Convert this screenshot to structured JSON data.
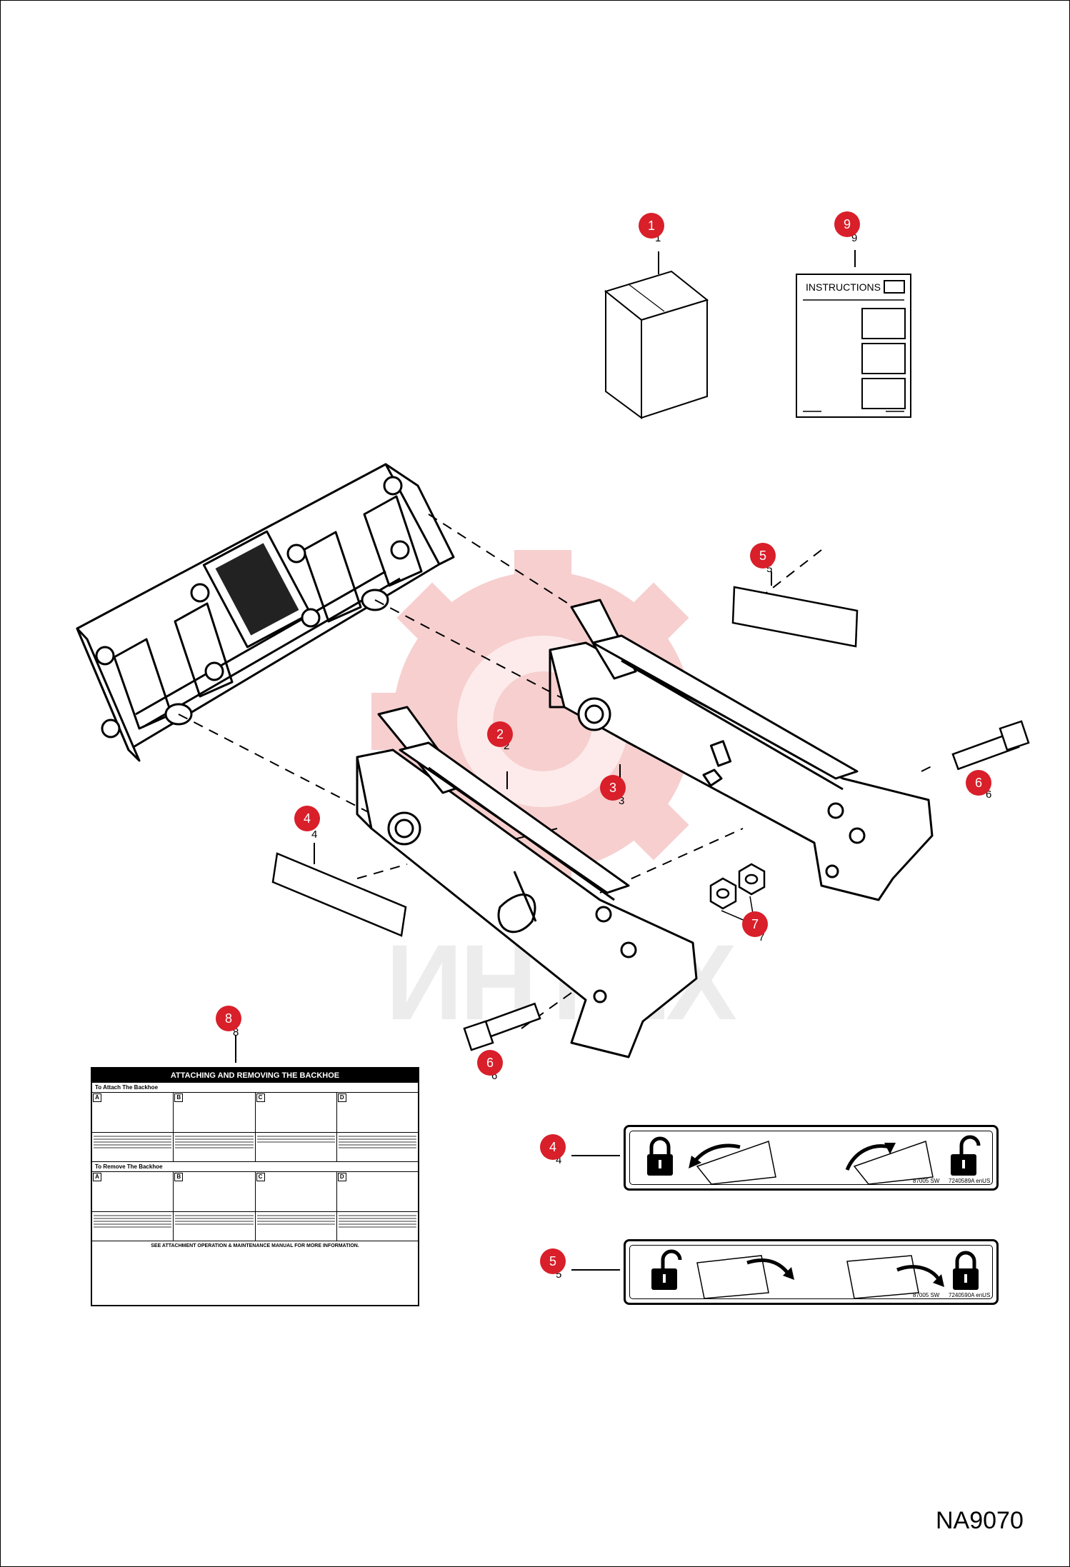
{
  "page": {
    "drawing_id": "NA9070",
    "watermark": "ИНТЕХ"
  },
  "instructions_sheet": {
    "title": "INSTRUCTIONS"
  },
  "callouts": [
    {
      "id": "1"
    },
    {
      "id": "9"
    },
    {
      "id": "5"
    },
    {
      "id": "2"
    },
    {
      "id": "3"
    },
    {
      "id": "6"
    },
    {
      "id": "4"
    },
    {
      "id": "7"
    },
    {
      "id": "8"
    },
    {
      "id": "6"
    },
    {
      "id": "4"
    },
    {
      "id": "5"
    }
  ],
  "item_labels": [
    "1",
    "9",
    "5",
    "2",
    "3",
    "6",
    "4",
    "7",
    "8",
    "6",
    "4",
    "5"
  ],
  "decal_8": {
    "title": "ATTACHING AND REMOVING THE BACKHOE",
    "attach_heading": "To Attach The Backhoe",
    "remove_heading": "To Remove The Backhoe",
    "step_letters": [
      "A",
      "B",
      "C",
      "D"
    ],
    "footer": "SEE ATTACHMENT OPERATION & MAINTENANCE MANUAL FOR MORE INFORMATION."
  },
  "decal_4": {
    "code_left": "87005 SW",
    "code_right": "7240589A enUS"
  },
  "decal_5": {
    "code_left": "87005 SW",
    "code_right": "7240590A enUS"
  },
  "colors": {
    "callout": "#d81f2a",
    "watermark": "#f2b8b8"
  }
}
